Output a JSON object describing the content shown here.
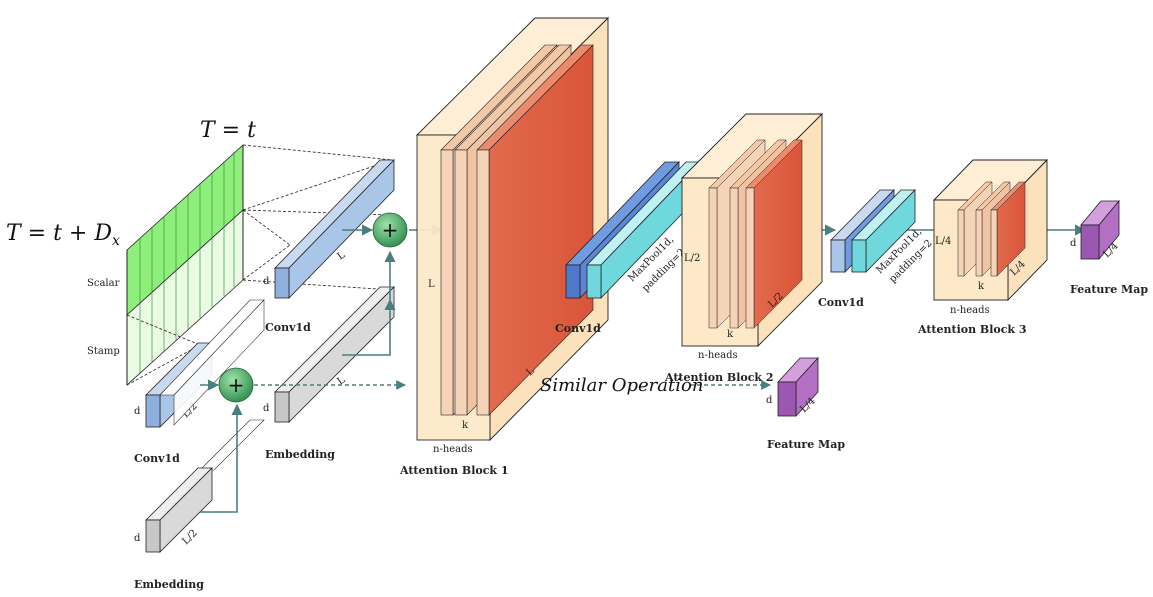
{
  "labels": {
    "t_eq": "T = t",
    "t_plus": "T = t + D",
    "t_plus_sub": "x",
    "scalar": "Scalar",
    "stamp": "Stamp",
    "conv1d": "Conv1d",
    "embedding": "Embedding",
    "attention_block_1": "Attention Block 1",
    "attention_block_2": "Attention Block 2",
    "attention_block_3": "Attention Block 3",
    "feature_map": "Feature Map",
    "similar_operation": "Similar Operation",
    "maxpool": "MaxPool1d,",
    "padding": "padding=2",
    "dim_L": "L",
    "dim_L2": "L/2",
    "dim_L4": "L/4",
    "dim_d": "d",
    "dim_k": "k",
    "n_heads": "n-heads"
  },
  "colors": {
    "green": "#8fef7c",
    "blue": "#a9c6e8",
    "gray": "#d9d9d9",
    "attention_bg": "#fde9c8",
    "attention_red": "#e8644a",
    "purple": "#b36fc4",
    "cyan": "#6fd8dc",
    "flow": "#4a7f7f",
    "plus": "#3a9e5c"
  }
}
